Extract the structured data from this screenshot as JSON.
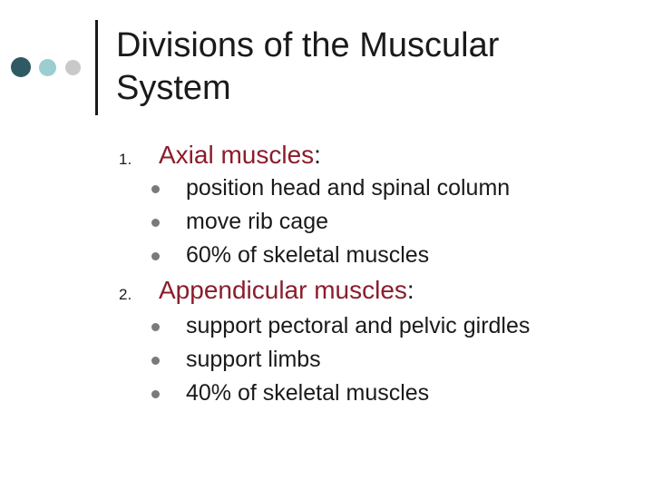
{
  "slide": {
    "title": "Divisions of the Muscular System",
    "title_line1": "Divisions of the Muscular",
    "title_line2": "System",
    "accent_color": "#8b1d2c",
    "decoration_dot_colors": [
      "#2f5963",
      "#9ccdd1",
      "#c9c9c9"
    ]
  },
  "list": [
    {
      "number": "1.",
      "heading": "Axial muscles",
      "suffix": ":",
      "points": [
        "position head and spinal column",
        "move rib cage",
        "60% of skeletal muscles"
      ]
    },
    {
      "number": "2.",
      "heading": "Appendicular muscles",
      "suffix": ":",
      "points": [
        "support pectoral and pelvic girdles",
        "support limbs",
        "40% of skeletal muscles"
      ]
    }
  ]
}
